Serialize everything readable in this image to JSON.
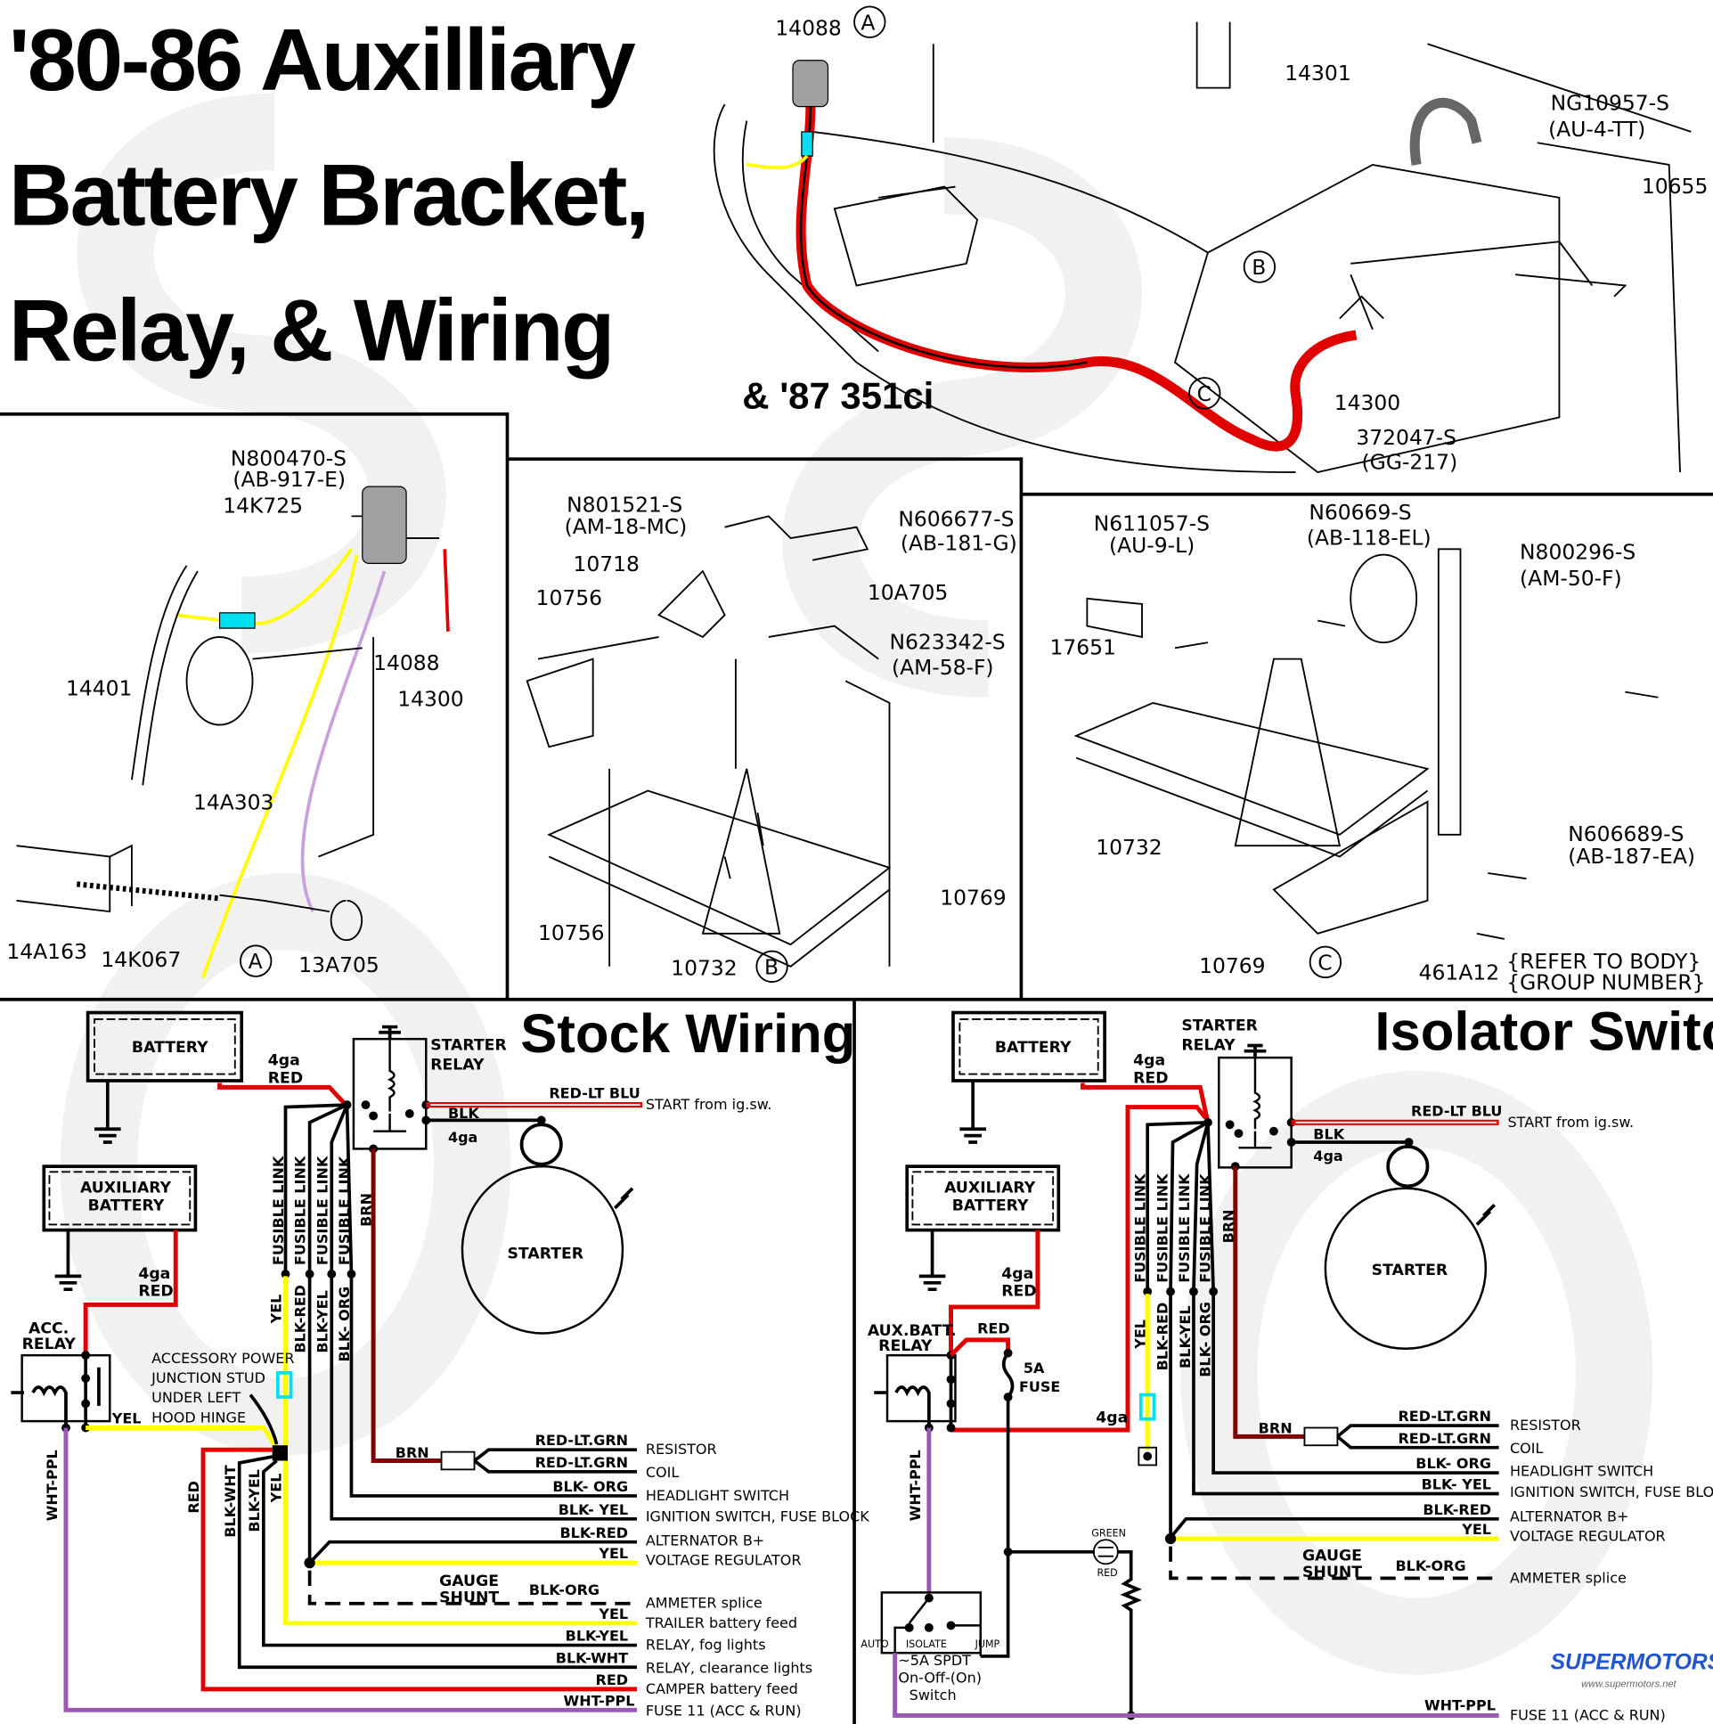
{
  "title": {
    "line1": "'80-86 Auxilliary",
    "line2": "Battery Bracket,",
    "line3": "Relay, & Wiring",
    "subtitle": "& '87 351ci"
  },
  "watermark": "steve83",
  "colors": {
    "red": "#e00000",
    "yellow": "#ffff00",
    "brown": "#800000",
    "purple": "#9b59b6",
    "cyan": "#00e0f0",
    "relay_gray": "#a0a0a0"
  },
  "overview": {
    "labels": [
      "14088",
      "A",
      "14301",
      "NG10957-S",
      "(AU-4-TT)",
      "10655",
      "B",
      "C",
      "14300",
      "372047-S",
      "(GG-217)"
    ]
  },
  "panel_a": {
    "labels": [
      "N800470-S",
      "(AB-917-E)",
      "14K725",
      "14401",
      "14088",
      "14300",
      "14A303",
      "14A163",
      "14K067",
      "A",
      "13A705"
    ]
  },
  "panel_b": {
    "labels": [
      "N801521-S",
      "(AM-18-MC)",
      "N606677-S",
      "(AB-181-G)",
      "10718",
      "10756",
      "10A705",
      "N623342-S",
      "(AM-58-F)",
      "10769",
      "10756",
      "10732",
      "B"
    ]
  },
  "panel_c": {
    "labels": [
      "N611057-S",
      "(AU-9-L)",
      "N60669-S",
      "(AB-118-EL)",
      "N800296-S",
      "(AM-50-F)",
      "17651",
      "10732",
      "N606689-S",
      "(AB-187-EA)",
      "10769",
      "C",
      "461A12",
      "{REFER TO BODY}",
      "{GROUP NUMBER}"
    ]
  },
  "stock": {
    "heading": "Stock Wiring",
    "battery": "BATTERY",
    "aux_battery_1": "AUXILIARY",
    "aux_battery_2": "BATTERY",
    "starter_relay_1": "STARTER",
    "starter_relay_2": "RELAY",
    "starter": "STARTER",
    "acc_relay_1": "ACC.",
    "acc_relay_2": "RELAY",
    "batt_cable_gauge": "4ga",
    "batt_cable_color": "RED",
    "aux_cable_gauge": "4ga",
    "aux_cable_color": "RED",
    "blk": "BLK",
    "blk_gauge": "4ga",
    "fusible_link": "FUSIBLE LINK",
    "vertical": {
      "yel": "YEL",
      "blk_red": "BLK-RED",
      "blk_yel": "BLK-YEL",
      "blk_org": "BLK- ORG",
      "brn": "BRN",
      "wht_ppl": "WHT-PPL",
      "red": "RED",
      "blk_wht": "BLK-WHT",
      "blk_yel2": "BLK-YEL",
      "yel2": "YEL"
    },
    "acc_yel": "YEL",
    "brn": "BRN",
    "junction_note": [
      "ACCESSORY POWER",
      "JUNCTION STUD",
      "UNDER LEFT",
      "HOOD HINGE"
    ],
    "gauge_shunt_1": "GAUGE",
    "gauge_shunt_2": "SHUNT",
    "start_wire": "RED-LT BLU",
    "start_dest": "START from ig.sw.",
    "circuits": [
      {
        "wire": "RED-LT.GRN",
        "dest": "RESISTOR"
      },
      {
        "wire": "RED-LT.GRN",
        "dest": "COIL"
      },
      {
        "wire": "BLK- ORG",
        "dest": "HEADLIGHT SWITCH"
      },
      {
        "wire": "BLK- YEL",
        "dest": "IGNITION SWITCH, FUSE BLOCK"
      },
      {
        "wire": "BLK-RED",
        "dest": "ALTERNATOR B+"
      },
      {
        "wire": "YEL",
        "dest": "VOLTAGE REGULATOR"
      },
      {
        "wire": "BLK-ORG",
        "dest": "AMMETER splice"
      },
      {
        "wire": "YEL",
        "dest": "TRAILER battery feed"
      },
      {
        "wire": "BLK-YEL",
        "dest": "RELAY, fog lights"
      },
      {
        "wire": "BLK-WHT",
        "dest": "RELAY, clearance lights"
      },
      {
        "wire": "RED",
        "dest": "CAMPER battery feed"
      },
      {
        "wire": "WHT-PPL",
        "dest": "FUSE 11 (ACC & RUN)"
      }
    ]
  },
  "isolator": {
    "heading": "Isolator Switch",
    "battery": "BATTERY",
    "aux_battery_1": "AUXILIARY",
    "aux_battery_2": "BATTERY",
    "starter_relay_1": "STARTER",
    "starter_relay_2": "RELAY",
    "starter": "STARTER",
    "aux_relay_1": "AUX.BATT.",
    "aux_relay_2": "RELAY",
    "batt_cable_gauge": "4ga",
    "batt_cable_color": "RED",
    "aux_cable_gauge": "4ga",
    "aux_cable_color": "RED",
    "relay_red": "RED",
    "relay_gauge": "4ga",
    "fuse_1": "5A",
    "fuse_2": "FUSE",
    "blk": "BLK",
    "blk_gauge": "4ga",
    "fusible_link": "FUSIBLE LINK",
    "vertical": {
      "yel": "YEL",
      "blk_red": "BLK-RED",
      "blk_yel": "BLK-YEL",
      "blk_org": "BLK- ORG",
      "brn": "BRN",
      "wht_ppl": "WHT-PPL"
    },
    "brn": "BRN",
    "led_green": "GREEN",
    "led_red": "RED",
    "switch_auto": "AUTO",
    "switch_isolate": "ISOLATE",
    "switch_jump": "JUMP",
    "switch_desc": [
      "~5A SPDT",
      "On-Off-(On)",
      "Switch"
    ],
    "gauge_shunt_1": "GAUGE",
    "gauge_shunt_2": "SHUNT",
    "start_wire": "RED-LT BLU",
    "start_dest": "START from ig.sw.",
    "circuits": [
      {
        "wire": "RED-LT.GRN",
        "dest": "RESISTOR"
      },
      {
        "wire": "RED-LT.GRN",
        "dest": "COIL"
      },
      {
        "wire": "BLK- ORG",
        "dest": "HEADLIGHT SWITCH"
      },
      {
        "wire": "BLK- YEL",
        "dest": "IGNITION SWITCH, FUSE BLOCK"
      },
      {
        "wire": "BLK-RED",
        "dest": "ALTERNATOR B+"
      },
      {
        "wire": "YEL",
        "dest": "VOLTAGE REGULATOR"
      },
      {
        "wire": "BLK-ORG",
        "dest": "AMMETER splice"
      },
      {
        "wire": "WHT-PPL",
        "dest": "FUSE 11 (ACC & RUN)"
      }
    ]
  },
  "logo": {
    "name": "SUPERMOTORS",
    "url_text": "www.supermotors.net"
  }
}
